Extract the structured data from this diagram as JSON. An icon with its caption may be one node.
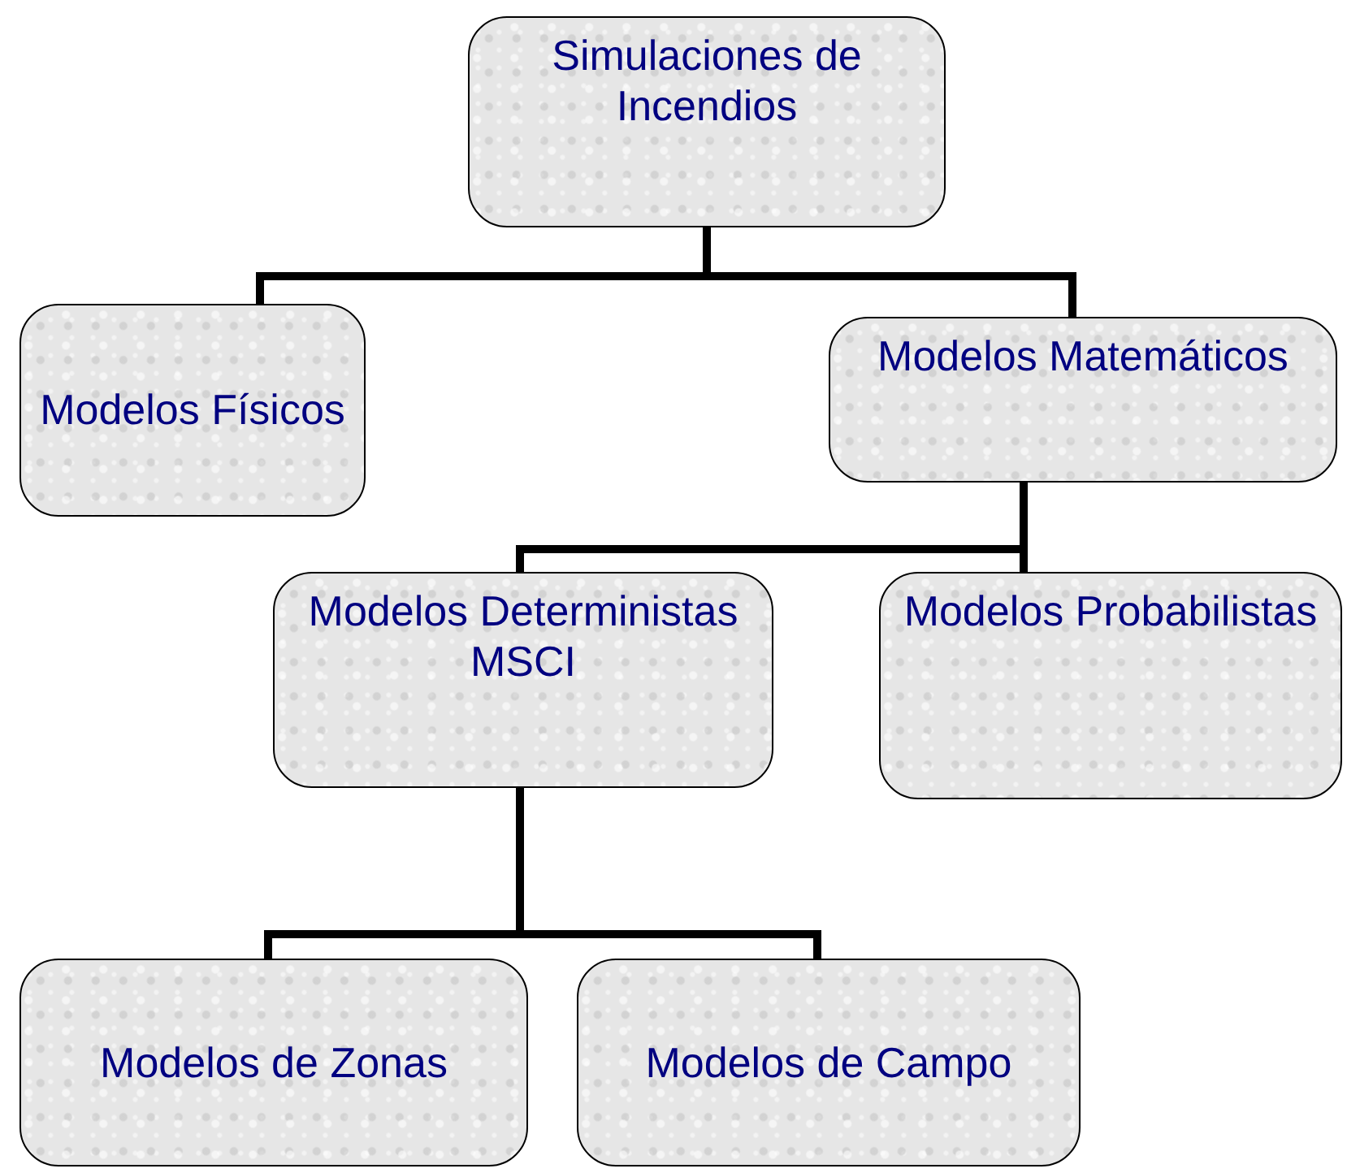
{
  "diagram": {
    "nodes": [
      {
        "text": [
          "Simulaciones de Incendios"
        ]
      },
      {
        "text": [
          "Modelos Físicos"
        ]
      },
      {
        "text": [
          "Modelos Matemáticos"
        ]
      },
      {
        "text": [
          "Modelos Deterministas MSCI"
        ]
      },
      {
        "text": [
          "Modelos Probabilistas"
        ]
      },
      {
        "text": [
          "Modelos de Zonas"
        ]
      },
      {
        "text": [
          "Modelos de Campo"
        ]
      }
    ],
    "edges": [
      {
        "from": 0,
        "to": 1,
        "arrow": "none"
      },
      {
        "from": 0,
        "to": 2,
        "arrow": "none"
      },
      {
        "from": 2,
        "to": 3,
        "arrow": "none"
      },
      {
        "from": 2,
        "to": 4,
        "arrow": "none"
      },
      {
        "from": 3,
        "to": 5,
        "arrow": "none"
      },
      {
        "from": 3,
        "to": 6,
        "arrow": "none"
      }
    ]
  }
}
